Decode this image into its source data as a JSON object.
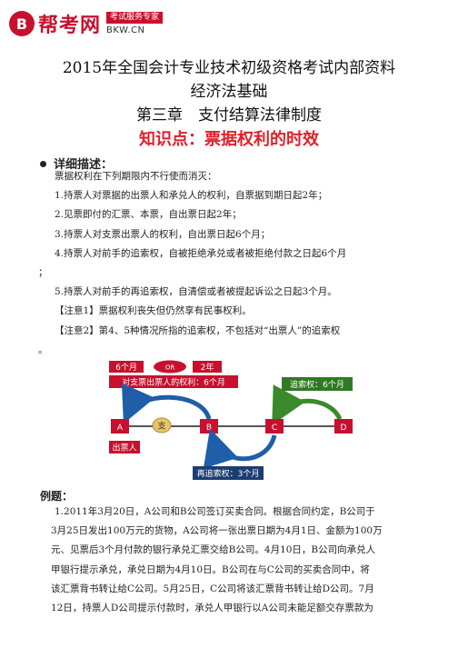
{
  "header": {
    "logo_mark": "B",
    "logo_name": "帮考网",
    "logo_badge": "考试服务专家",
    "logo_url": "BKW.CN"
  },
  "titles": {
    "line1": "2015年全国会计专业技术初级资格考试内部资料",
    "line2": "经济法基础",
    "line3": "第三章　支付结算法律制度",
    "knowledge_point": "知识点：票据权利的时效"
  },
  "detail": {
    "heading": "详细描述：",
    "lines": [
      "票据权利在下列期限内不行使而消灭：",
      "1.持票人对票据的出票人和承兑人的权利，自票据到期日起2年；",
      "2.见票即付的汇票、本票，自出票日起2年；",
      "3.持票人对支票出票人的权利，自出票日起6个月；",
      "4.持票人对前手的追索权，自被拒绝承兑或者被拒绝付款之日起6个月",
      "；",
      "5.持票人对前手的再追索权，自清偿或者被提起诉讼之日起3个月。",
      "【注意1】票据权利丧失但仍然享有民事权利。",
      "【注意2】第4、5种情况所指的追索权，不包括对“出票人”的追索权",
      "。"
    ]
  },
  "diagram": {
    "left_period": "6个月",
    "or_label": "OR",
    "right_period": "2年",
    "upper_arrow_label": "对支票出票人的权利：6个月",
    "node_a": "A",
    "node_b": "B",
    "node_c": "C",
    "node_d": "D",
    "pay_label": "支",
    "drawer_label": "出票人",
    "recourse_label": "追索权：6个月",
    "re_recourse_label": "再追索权：3个月",
    "colors": {
      "red_box": "#c8102e",
      "blue_arrow": "#1f5ea8",
      "green_arrow": "#3a8a2a",
      "navy_label": "#1b3e72"
    }
  },
  "example": {
    "heading": "例题：",
    "lines": [
      "1.2011年3月20日，A公司和B公司签订买卖合同。根据合同约定，B公司于",
      "3月25日发出100万元的货物，A公司将一张出票日期为4月1日、金额为100万",
      "元、见票后3个月付款的银行承兑汇票交给B公司。4月10日，B公司向承兑人",
      "甲银行提示承兑，承兑日期为4月10日。B公司在与C公司的买卖合同中，将",
      "该汇票背书转让给C公司。5月25日，C公司将该汇票背书转让给D公司。7月",
      "12日，持票人D公司提示付款时，承兑人甲银行以A公司未能足额交存票款为"
    ]
  }
}
